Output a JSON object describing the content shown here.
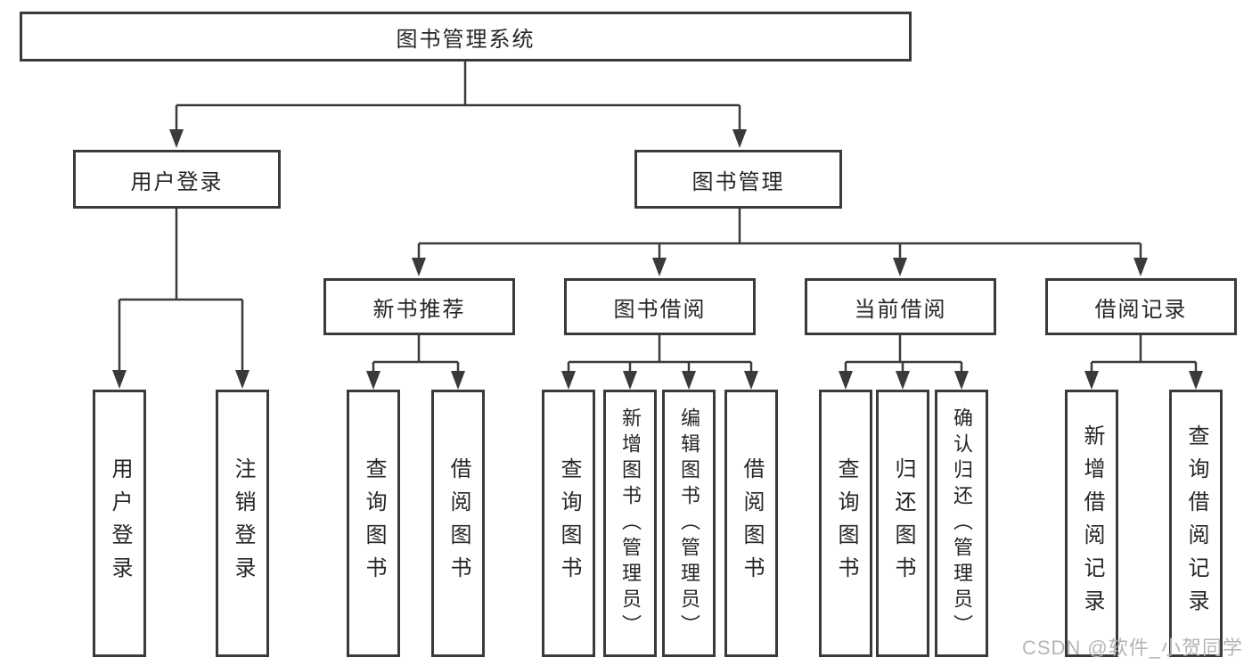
{
  "diagram": {
    "root": {
      "label": "图书管理系统"
    },
    "level2": {
      "user_login": {
        "label": "用户登录"
      },
      "book_mgmt": {
        "label": "图书管理"
      }
    },
    "level3": {
      "new_books": {
        "label": "新书推荐"
      },
      "book_borrow": {
        "label": "图书借阅"
      },
      "current_borrow": {
        "label": "当前借阅"
      },
      "borrow_records": {
        "label": "借阅记录"
      }
    },
    "leaves": {
      "user_login": [
        "用户登录",
        "注销登录"
      ],
      "new_books": [
        "查询图书",
        "借阅图书"
      ],
      "book_borrow": [
        "查询图书",
        "新增图书（管理员）",
        "编辑图书（管理员）",
        "借阅图书"
      ],
      "current_borrow": [
        "查询图书",
        "归还图书",
        "确认归还（管理员）"
      ],
      "borrow_records": [
        "新增借阅记录",
        "查询借阅记录"
      ]
    }
  },
  "watermark": {
    "text": "CSDN @软件_小贺同学"
  },
  "colors": {
    "line": "#3a3a3a",
    "text": "#262626",
    "watermark": "#b5b5b5",
    "background": "#ffffff"
  }
}
